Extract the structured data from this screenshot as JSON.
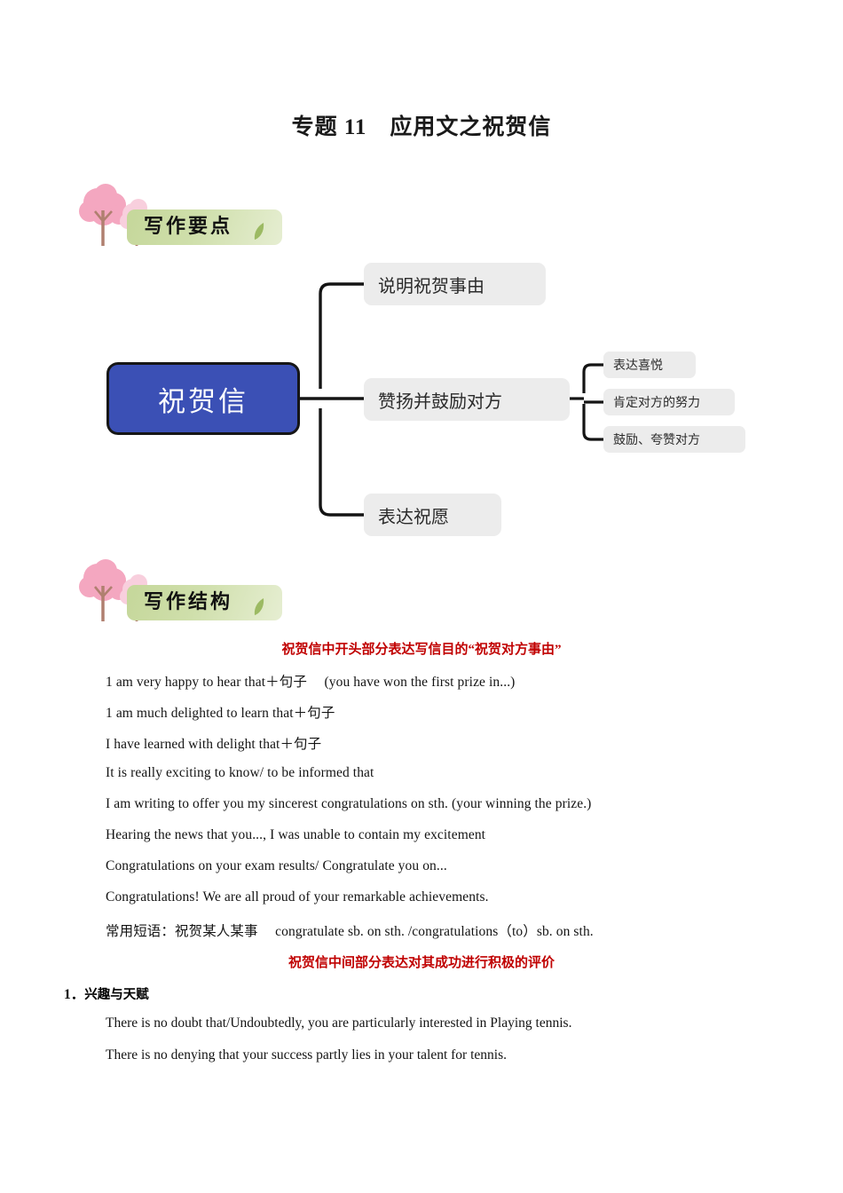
{
  "document": {
    "title": "专题 11　应用文之祝贺信"
  },
  "sections": [
    {
      "badge_label": "写作要点",
      "badge_icon": "cherry-tree-icon"
    },
    {
      "badge_label": "写作结构",
      "badge_icon": "cherry-tree-icon"
    }
  ],
  "mindmap": {
    "root": "祝贺信",
    "root_color": "#3b50b5",
    "node_color": "#ececec",
    "branches": [
      {
        "label": "说明祝贺事由",
        "children": []
      },
      {
        "label": "赞扬并鼓励对方",
        "children": [
          "表达喜悦",
          "肯定对方的努力",
          "鼓励、夸赞对方"
        ]
      },
      {
        "label": "表达祝愿",
        "children": []
      }
    ]
  },
  "structure": {
    "heading1": "祝贺信中开头部分表达写信目的“祝贺对方事由”",
    "lines": [
      "1 am very happy to hear that＋句子　 (you have won the first prize in...)",
      "1 am much delighted to learn that＋句子",
      "I have learned with delight that＋句子",
      "It is really exciting to know/ to be informed that",
      "I am writing to offer you my sincerest congratulations on sth. (your winning the prize.)",
      "Hearing the news that you..., I was unable to contain my excitement",
      "Congratulations on your exam results/ Congratulate you on...",
      "Congratulations! We are all proud of your remarkable achievements."
    ],
    "phrase_line": "常用短语：祝贺某人某事　 congratulate sb. on sth. /congratulations（to）sb. on sth.",
    "heading2": "祝贺信中间部分表达对其成功进行积极的评价",
    "item1_number": "1．",
    "item1_title": "兴趣与天赋",
    "item1_lines": [
      "There is no doubt that/Undoubtedly, you are particularly interested in Playing tennis.",
      "There is no denying that your success partly lies in your talent for tennis."
    ]
  },
  "colors": {
    "red_heading": "#c00000",
    "root_blue": "#3b50b5",
    "banner_green": "#cddca4",
    "tree_pink_dark": "#f0a8bf",
    "tree_pink_light": "#f7c8d8"
  }
}
